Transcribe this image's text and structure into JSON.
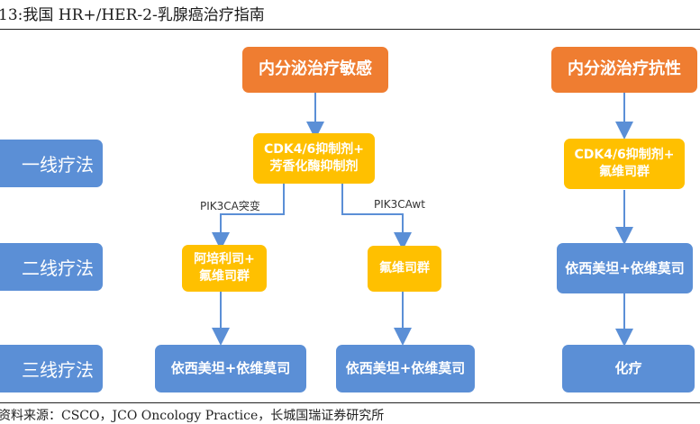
{
  "title": "13:我国 HR+/HER-2-乳腺癌治疗指南",
  "headers": {
    "sensitive": "内分泌治疗敏感",
    "resistant": "内分泌治疗抗性"
  },
  "line_labels": [
    "一线疗法",
    "二线疗法",
    "三线疗法"
  ],
  "sensitive": {
    "first_line": [
      "CDK4/6抑制剂+",
      "芳香化酶抑制剂"
    ],
    "branch_left": "PIK3CA突变",
    "branch_right": "PIK3CAwt",
    "second_left": [
      "阿培利司+",
      "氟维司群"
    ],
    "second_right": "氟维司群",
    "third_left": "依西美坦+依维莫司",
    "third_right": "依西美坦+依维莫司"
  },
  "resistant": {
    "first_line": [
      "CDK4/6抑制剂+",
      "氟维司群"
    ],
    "second_line": "依西美坦+依维莫司",
    "third_line": "化疗"
  },
  "source": "资料来源：CSCO，JCO Oncology Practice，长城国瑞证券研究所",
  "colors": {
    "orange": "#ef7d31",
    "yellow": "#ffc000",
    "blue": "#5b8fd6",
    "arrow": "#5b8fd6"
  }
}
